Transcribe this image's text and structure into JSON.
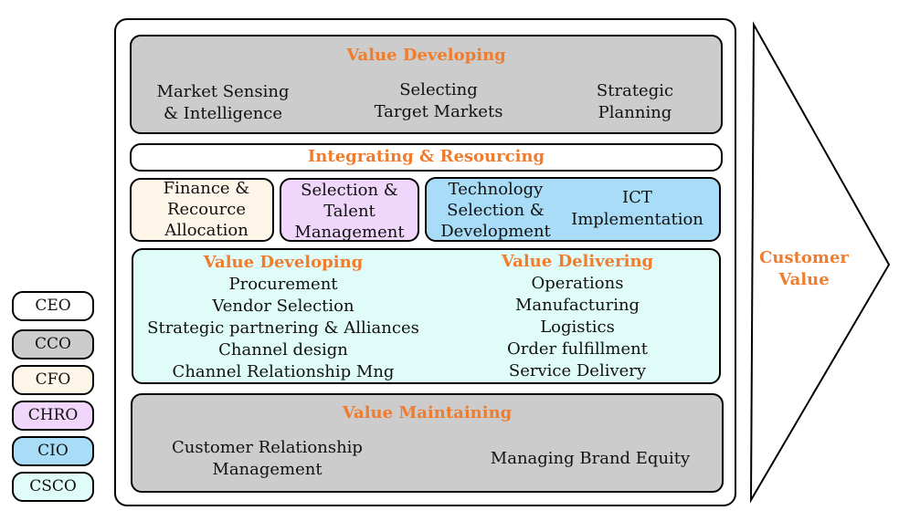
{
  "top": {
    "title": "Value Developing",
    "items": [
      [
        "Market Sensing",
        "& Intelligence"
      ],
      [
        "Selecting",
        "Target Markets"
      ],
      [
        "Strategic",
        "Planning"
      ]
    ]
  },
  "integrating": {
    "title": "Integrating & Resourcing"
  },
  "finance": {
    "lines": [
      "Finance &",
      "Recource",
      "Allocation"
    ]
  },
  "talent": {
    "lines": [
      "Selection &",
      "Talent",
      "Management"
    ]
  },
  "tech": {
    "left": [
      "Technology",
      "Selection &",
      "Development"
    ],
    "right": [
      "ICT",
      "Implementation"
    ]
  },
  "middle": {
    "left_title": "Value Developing",
    "left_items": [
      "Procurement",
      "Vendor Selection",
      "Strategic partnering & Alliances",
      "Channel design",
      "Channel Relationship Mng"
    ],
    "right_title": "Value Delivering",
    "right_items": [
      "Operations",
      "Manufacturing",
      "Logistics",
      "Order fulfillment",
      "Service Delivery"
    ]
  },
  "bottom": {
    "title": "Value Maintaining",
    "left": [
      "Customer Relationship",
      "Management"
    ],
    "right": "Managing Brand Equity"
  },
  "arrow": {
    "lines": [
      "Customer",
      "Value"
    ]
  },
  "legend": [
    {
      "label": "CEO",
      "color": "#ffffff"
    },
    {
      "label": "CCO",
      "color": "#cccccc"
    },
    {
      "label": "CFO",
      "color": "#fff6ea"
    },
    {
      "label": "CHRO",
      "color": "#f0d6fb"
    },
    {
      "label": "CIO",
      "color": "#a8dcf7"
    },
    {
      "label": "CSCO",
      "color": "#e0fcf9"
    }
  ],
  "colors": {
    "accent": "#f07c2e",
    "cco": "#cccccc",
    "cfo": "#fff6ea",
    "chro": "#f0d6fb",
    "cio": "#a8dcf7",
    "csco": "#e0fcf9"
  }
}
